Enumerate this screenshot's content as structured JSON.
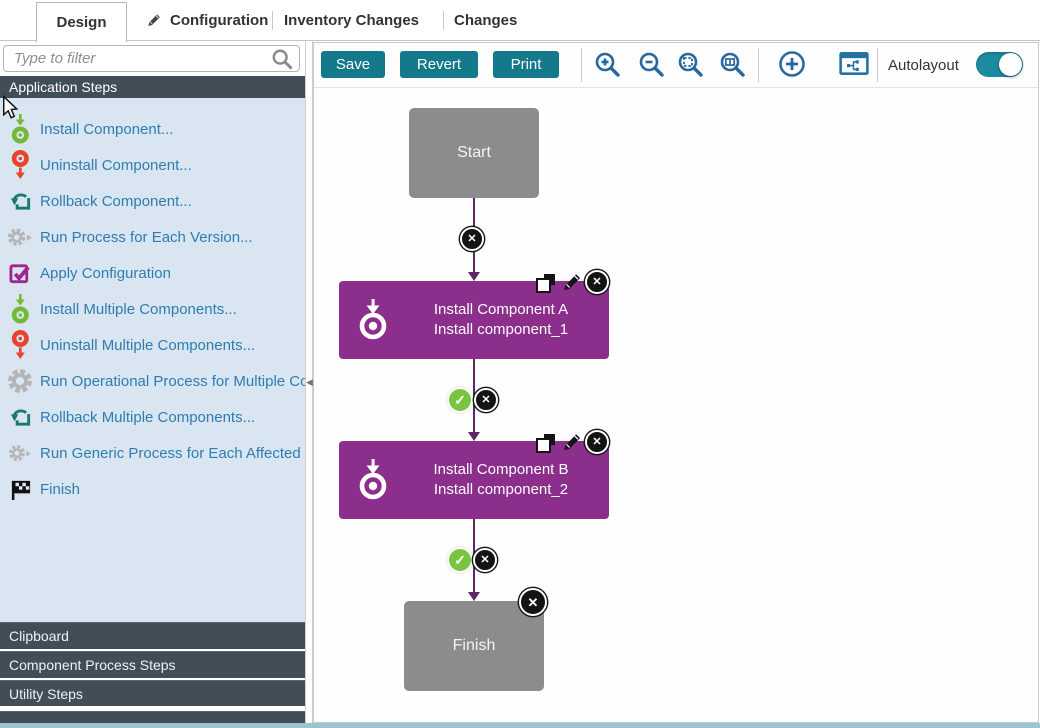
{
  "tabs": [
    {
      "label": "Design",
      "active": true
    },
    {
      "label": "Configuration",
      "active": false
    },
    {
      "label": "Inventory Changes",
      "active": false
    },
    {
      "label": "Changes",
      "active": false
    }
  ],
  "sidebar": {
    "filter": {
      "placeholder": "Type to filter",
      "value": ""
    },
    "app_steps": {
      "title": "Application Steps",
      "items": [
        {
          "label": "Install Component...",
          "icon": "install-component-icon"
        },
        {
          "label": "Uninstall Component...",
          "icon": "uninstall-component-icon"
        },
        {
          "label": "Rollback Component...",
          "icon": "rollback-component-icon"
        },
        {
          "label": "Run Process for Each Version...",
          "icon": "gear-play-icon"
        },
        {
          "label": "Apply Configuration",
          "icon": "apply-configuration-icon"
        },
        {
          "label": "Install Multiple Components...",
          "icon": "install-component-icon"
        },
        {
          "label": "Uninstall Multiple Components...",
          "icon": "uninstall-component-icon"
        },
        {
          "label": "Run Operational Process for Multiple Co",
          "icon": "gear-icon"
        },
        {
          "label": "Rollback Multiple Components...",
          "icon": "rollback-component-icon"
        },
        {
          "label": "Run Generic Process for Each Affected",
          "icon": "gear-play-icon"
        },
        {
          "label": "Finish",
          "icon": "finish-flag-icon"
        }
      ]
    },
    "bottom_sections": [
      {
        "label": "Clipboard"
      },
      {
        "label": "Component Process Steps"
      },
      {
        "label": "Utility Steps"
      }
    ]
  },
  "toolbar": {
    "save_label": "Save",
    "revert_label": "Revert",
    "print_label": "Print",
    "autolayout_label": "Autolayout",
    "autolayout_enabled": true,
    "icons": [
      "zoom-in",
      "zoom-out",
      "zoom-to-fit",
      "zoom-actual-size",
      "add-step",
      "process-properties-window"
    ]
  },
  "diagram": {
    "nodes": [
      {
        "type": "start",
        "label": "Start"
      },
      {
        "type": "step",
        "title": "Install Component A",
        "subtitle": "Install component_1"
      },
      {
        "type": "step",
        "title": "Install Component B",
        "subtitle": "Install component_2"
      },
      {
        "type": "finish",
        "label": "Finish"
      }
    ],
    "edges": [
      {
        "from": "Start",
        "to": "Install Component A",
        "decorations": [
          "delete"
        ]
      },
      {
        "from": "Install Component A",
        "to": "Install Component B",
        "decorations": [
          "success",
          "delete"
        ]
      },
      {
        "from": "Install Component B",
        "to": "Finish",
        "decorations": [
          "success",
          "delete"
        ]
      }
    ]
  },
  "colors": {
    "accent_teal": "#15798c",
    "toggle_teal": "#1b8ba1",
    "header_dark": "#414e57",
    "sidebar_bg": "#d9e6f1",
    "link_blue": "#2e7cb2",
    "icon_blue": "#26689f",
    "node_purple": "#8c2e8c",
    "node_gray": "#8c8c8c",
    "edge_purple": "#5e2663",
    "success_green": "#7cc342",
    "install_green": "#76b837",
    "uninstall_red": "#e8432e",
    "rollback_teal": "#19796d",
    "config_magenta": "#a0268f",
    "gear_gray": "#b5b5b5",
    "bottom_strip": "#9cc3d1"
  }
}
